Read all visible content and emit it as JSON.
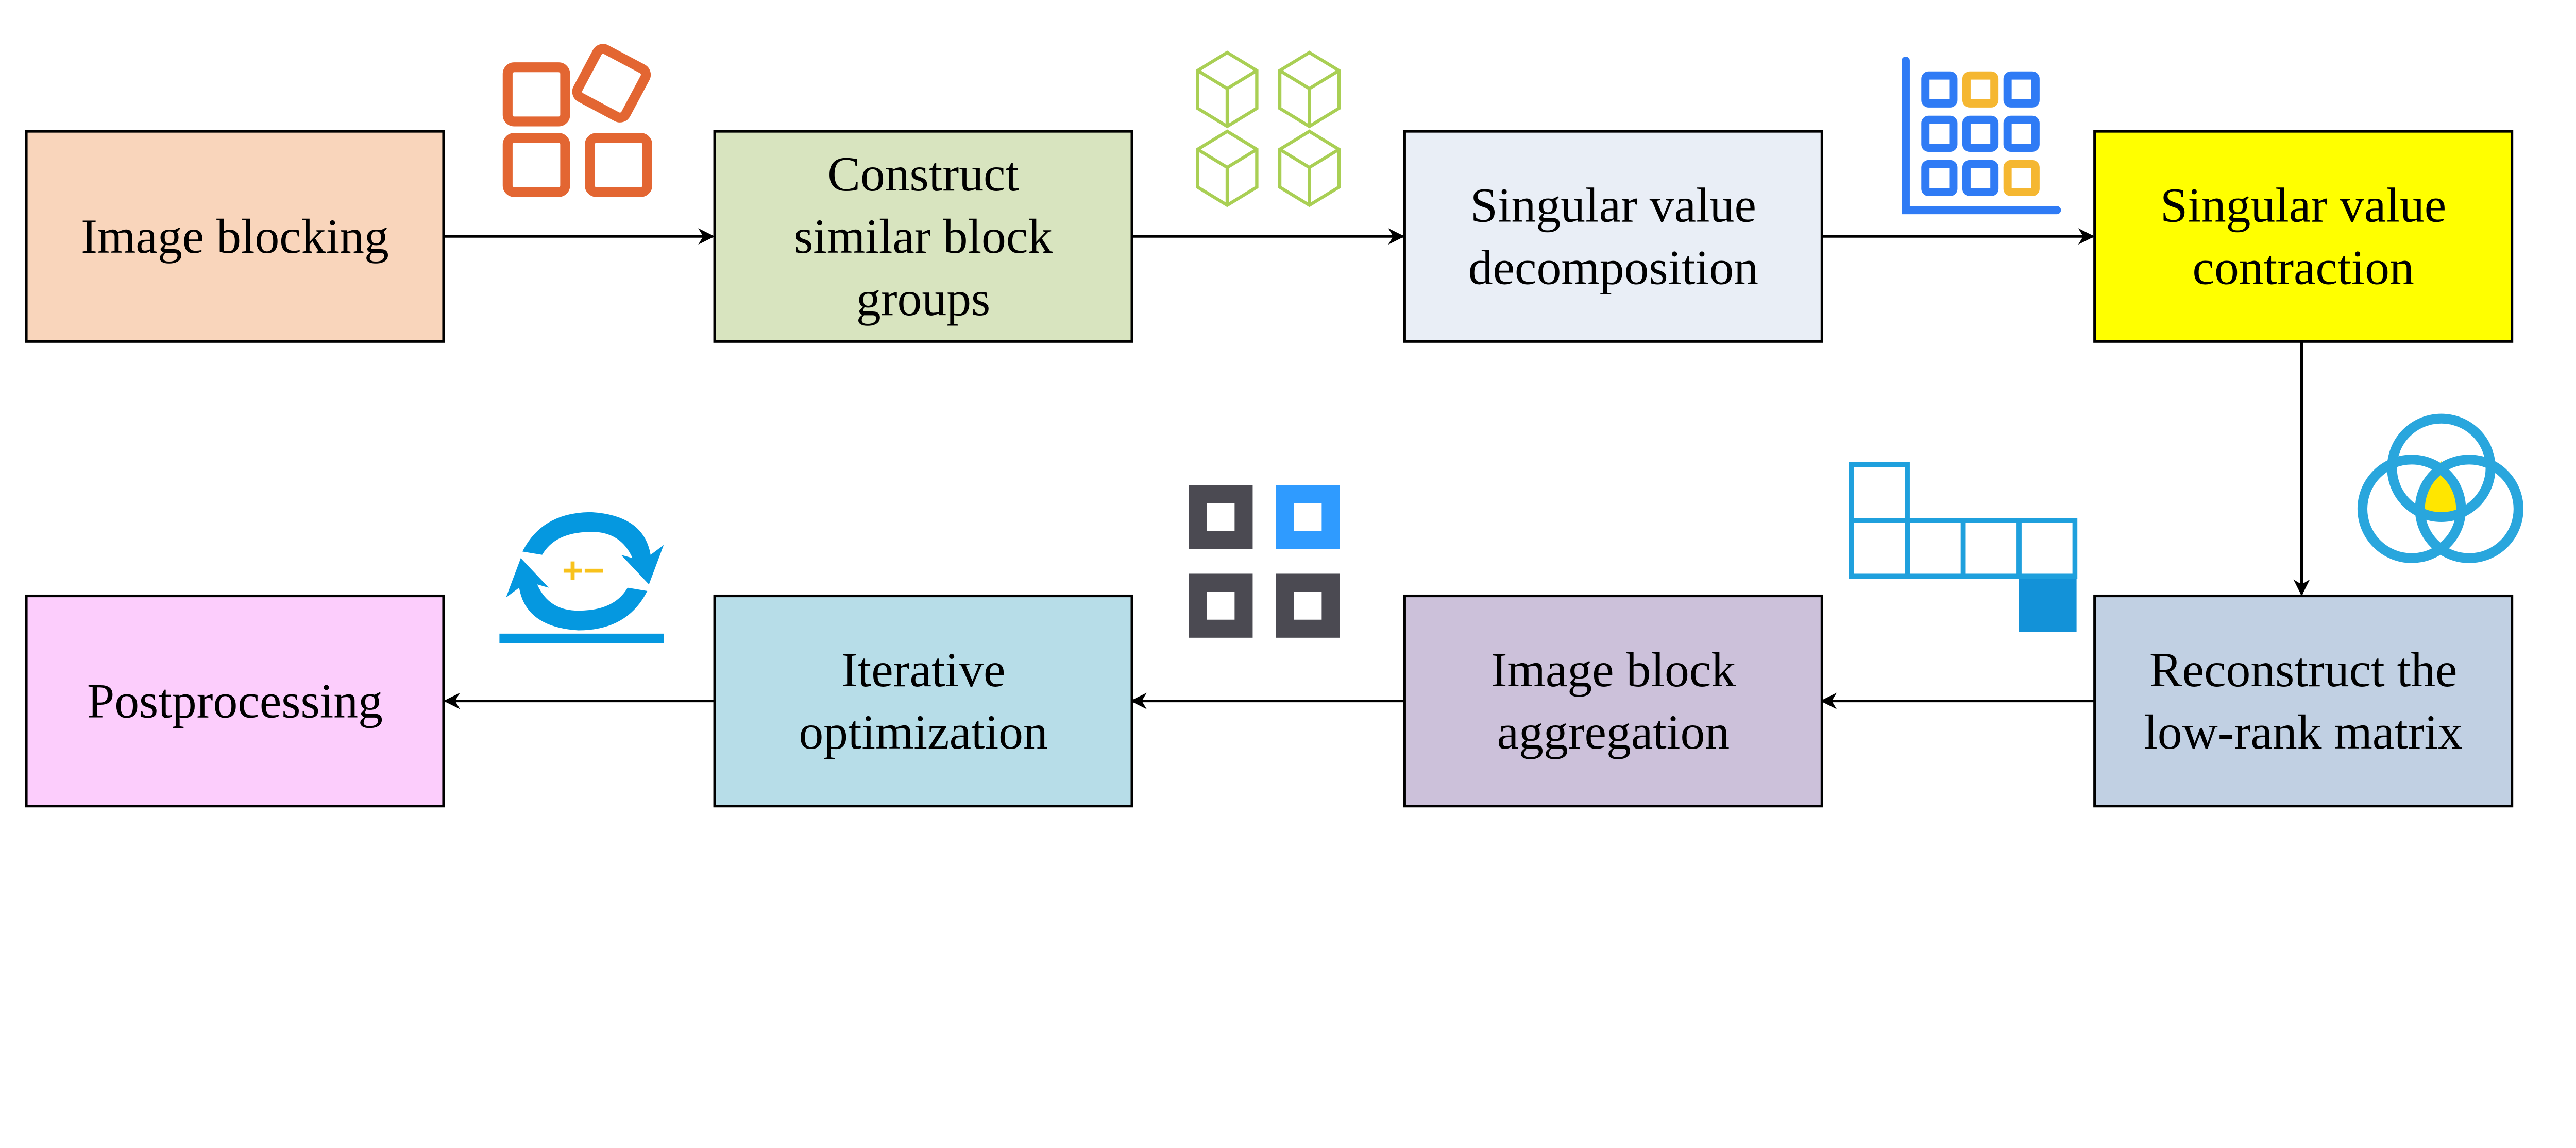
{
  "steps": [
    {
      "id": "image-blocking",
      "lines": [
        "Image blocking"
      ],
      "fill": "#f9d5bb"
    },
    {
      "id": "construct-groups",
      "lines": [
        "Construct",
        "similar block",
        "groups"
      ],
      "fill": "#d8e4bf"
    },
    {
      "id": "svd",
      "lines": [
        "Singular value",
        "decomposition"
      ],
      "fill": "#e9eef6"
    },
    {
      "id": "sv-contraction",
      "lines": [
        "Singular value",
        "contraction"
      ],
      "fill": "#ffff00"
    },
    {
      "id": "reconstruct",
      "lines": [
        "Reconstruct the",
        "low-rank matrix"
      ],
      "fill": "#c1d0e3"
    },
    {
      "id": "aggregation",
      "lines": [
        "Image block",
        "aggregation"
      ],
      "fill": "#ccc1da"
    },
    {
      "id": "iterative",
      "lines": [
        "Iterative",
        "optimization"
      ],
      "fill": "#b7dde8"
    },
    {
      "id": "postprocessing",
      "lines": [
        "Postprocessing"
      ],
      "fill": "#fccdfc"
    }
  ],
  "icons": {
    "blocks": {
      "name": "image-blocks-icon",
      "color": "#e36632"
    },
    "cubes": {
      "name": "cubes-icon",
      "color": "#a9cf54"
    },
    "matrix": {
      "name": "matrix-grid-icon",
      "color": "#2f7bf5",
      "accent": "#f5b731"
    },
    "venn": {
      "name": "venn-diagram-icon",
      "color": "#29a6dd",
      "accent": "#ffe600"
    },
    "lowrank": {
      "name": "low-rank-blocks-icon",
      "color": "#1fa0dd",
      "accent": "#1392d8"
    },
    "aggregate": {
      "name": "aggregate-squares-icon",
      "color": "#4b4a52",
      "accent": "#2f9bff"
    },
    "cycle": {
      "name": "iteration-cycle-icon",
      "color": "#0598e0",
      "accent": "#f8c21c",
      "sign": "+−"
    }
  },
  "flow": [
    "image-blocking",
    "construct-groups",
    "svd",
    "sv-contraction",
    "reconstruct",
    "aggregation",
    "iterative",
    "postprocessing"
  ]
}
